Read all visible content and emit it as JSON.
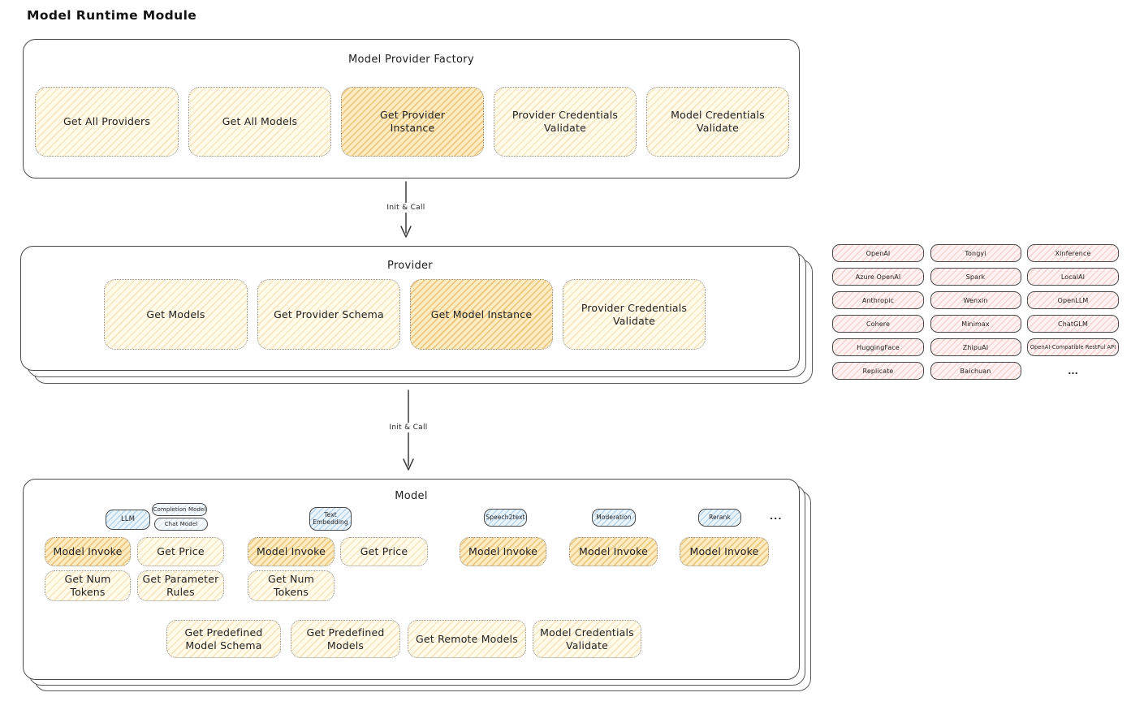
{
  "title": "Model Runtime Module",
  "arrow_label": "Init & Call",
  "colors": {
    "yellow_fill": "#FFFAE9",
    "yellow_hatch": "#E4B861",
    "orange_fill": "#FBECC4",
    "orange_hatch": "#E6A33C",
    "pink_fill": "#FDF2F1",
    "pink_hatch": "#E29494",
    "blue_fill": "#EAF4FB",
    "blue_hatch": "#74AAD7",
    "stroke": "#494949"
  },
  "factory": {
    "title": "Model Provider Factory",
    "boxes": [
      {
        "label": "Get All Providers",
        "highlight": false
      },
      {
        "label": "Get All Models",
        "highlight": false
      },
      {
        "label": "Get Provider Instance",
        "highlight": true
      },
      {
        "label": "Provider Credentials Validate",
        "highlight": false
      },
      {
        "label": "Model Credentials Validate",
        "highlight": false
      }
    ]
  },
  "provider": {
    "title": "Provider",
    "boxes": [
      {
        "label": "Get Models",
        "highlight": false
      },
      {
        "label": "Get Provider Schema",
        "highlight": false
      },
      {
        "label": "Get Model Instance",
        "highlight": true
      },
      {
        "label": "Provider Credentials Validate",
        "highlight": false
      }
    ]
  },
  "providers_panel": {
    "items": [
      "OpenAI",
      "Tongyi",
      "Xinference",
      "Azure OpenAI",
      "Spark",
      "LocalAI",
      "Anthropic",
      "Wenxin",
      "OpenLLM",
      "Cohere",
      "Minimax",
      "ChatGLM",
      "HuggingFace",
      "ZhipuAI",
      "OpenAI-Compatible RestFul API",
      "Replicate",
      "Baichuan"
    ],
    "more": "..."
  },
  "model": {
    "title": "Model",
    "tags": {
      "llm": "LLM",
      "completion": "Completion Model",
      "chat": "Chat Model",
      "text_embedding": "Text Embedding",
      "speech2text": "Speech2text",
      "moderation": "Moderation",
      "rerank": "Rerank"
    },
    "more": "...",
    "functions": {
      "llm": [
        "Model Invoke",
        "Get Price",
        "Get Num Tokens",
        "Get Parameter Rules"
      ],
      "text_embedding": [
        "Model Invoke",
        "Get Price",
        "Get Num Tokens"
      ],
      "speech2text": [
        "Model Invoke"
      ],
      "moderation": [
        "Model Invoke"
      ],
      "rerank": [
        "Model Invoke"
      ]
    },
    "common": [
      "Get Predefined Model Schema",
      "Get Predefined Models",
      "Get Remote Models",
      "Model Credentials Validate"
    ]
  }
}
